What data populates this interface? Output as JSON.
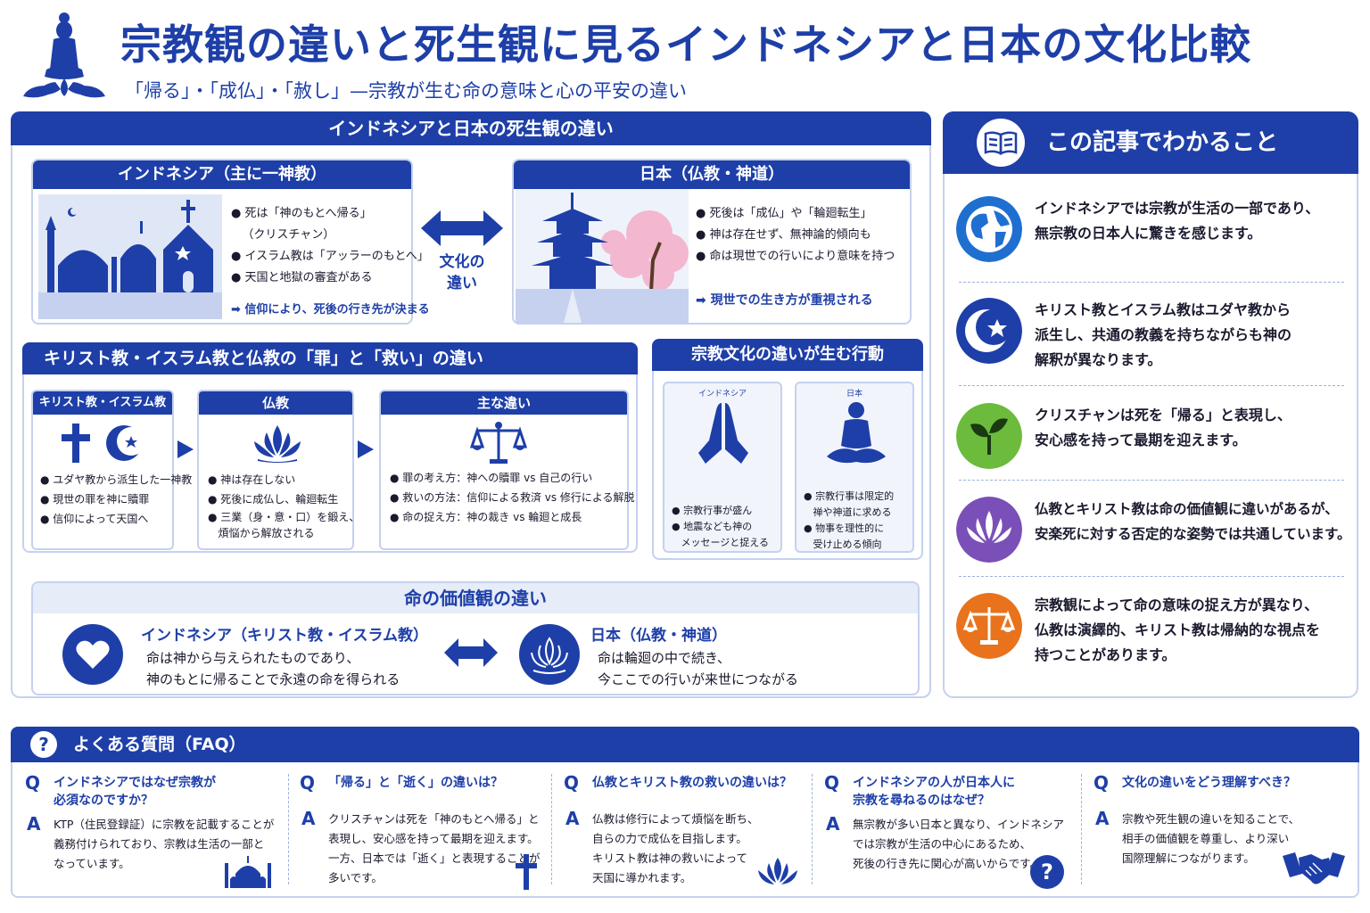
{
  "header": {
    "title": "宗教観の違いと死生観に見るインドネシアと日本の文化比較",
    "subtitle": "「帰る」・「成仏」・「赦し」—宗教が生む命の意味と心の平安の違い"
  },
  "section1": {
    "title": "インドネシアと日本の死生観の違い",
    "indonesia": {
      "title": "インドネシア（主に一神教）",
      "bullets": [
        "死は「神のもとへ帰る」",
        "（クリスチャン）",
        "イスラム教は「アッラーのもとへ」",
        "天国と地獄の審査がある"
      ],
      "note": "信仰により、死後の行き先が決まる"
    },
    "center_label": [
      "文化の",
      "違い"
    ],
    "japan": {
      "title": "日本（仏教・神道）",
      "bullets": [
        "死後は「成仏」や「輪廻転生」",
        "神は存在せず、無神論的傾向も",
        "命は現世での行いにより意味を持つ"
      ],
      "note": "現世での生き方が重視される"
    }
  },
  "section2": {
    "title": "キリスト教・イスラム教と仏教の「罪」と「救い」の違い",
    "cards": [
      {
        "title": "キリスト教・イスラム教",
        "bullets": [
          "ユダヤ教から派生した一神教",
          "現世の罪を神に贖罪",
          "信仰によって天国へ"
        ]
      },
      {
        "title": "仏教",
        "bullets": [
          "神は存在しない",
          "死後に成仏し、輪廻転生",
          "三業（身・意・口）を鍛え、",
          "煩悩から解放される"
        ]
      },
      {
        "title": "主な違い",
        "bullets": [
          "罪の考え方：神への贖罪 vs 自己の行い",
          "救いの方法：信仰による救済 vs 修行による解脱",
          "命の捉え方：神の裁き vs 輪廻と成長"
        ]
      }
    ]
  },
  "section_behavior": {
    "title": "宗教文化の違いが生む行動",
    "indonesia": {
      "label": "インドネシア",
      "bullets": [
        "宗教行事が盛ん",
        "地震なども神の",
        "メッセージと捉える"
      ]
    },
    "japan": {
      "label": "日本",
      "bullets": [
        "宗教行事は限定的",
        "禅や神道に求める",
        "物事を理性的に",
        "受け止める傾向"
      ]
    }
  },
  "section3": {
    "title": "命の価値観の違い",
    "indonesia": {
      "title": "インドネシア（キリスト教・イスラム教）",
      "lines": [
        "命は神から与えられたものであり、",
        "神のもとに帰ることで永遠の命を得られる"
      ]
    },
    "japan": {
      "title": "日本（仏教・神道）",
      "lines": [
        "命は輪廻の中で続き、",
        "今ここでの行いが来世につながる"
      ]
    }
  },
  "sidebar": {
    "title": "この記事でわかること",
    "items": [
      {
        "icon": "globe-icon",
        "color": "#1f6fd1",
        "lines": [
          "インドネシアでは宗教が生活の一部であり、",
          "無宗教の日本人に驚きを感じます。"
        ]
      },
      {
        "icon": "crescent-star-icon",
        "color": "#1e3fa8",
        "lines": [
          "キリスト教とイスラム教はユダヤ教から",
          "派生し、共通の教義を持ちながらも神の",
          "解釈が異なります。"
        ]
      },
      {
        "icon": "sprout-icon",
        "color": "#6cbb3c",
        "lines": [
          "クリスチャンは死を「帰る」と表現し、",
          "安心感を持って最期を迎えます。"
        ]
      },
      {
        "icon": "lotus-icon",
        "color": "#7b4fb8",
        "lines": [
          "仏教とキリスト教は命の価値観に違いがあるが、",
          "安楽死に対する否定的な姿勢では共通しています。"
        ]
      },
      {
        "icon": "scales-icon",
        "color": "#e8731c",
        "lines": [
          "宗教観によって命の意味の捉え方が異なり、",
          "仏教は演繹的、キリスト教は帰納的な視点を",
          "持つことがあります。"
        ]
      }
    ]
  },
  "faq": {
    "title": "よくある質問（FAQ）",
    "items": [
      {
        "q": [
          "インドネシアではなぜ宗教が",
          "必須なのですか？"
        ],
        "a": [
          "KTP（住民登録証）に宗教を記載することが",
          "義務付けられており、宗教は生活の一部と",
          "なっています。"
        ]
      },
      {
        "q": [
          "「帰る」と「逝く」の違いは？"
        ],
        "a": [
          "クリスチャンは死を「神のもとへ帰る」と",
          "表現し、安心感を持って最期を迎えます。",
          "一方、日本では「逝く」と表現することが",
          "多いです。"
        ]
      },
      {
        "q": [
          "仏教とキリスト教の救いの違いは？"
        ],
        "a": [
          "仏教は修行によって煩悩を断ち、",
          "自らの力で成仏を目指します。",
          "キリスト教は神の救いによって",
          "天国に導かれます。"
        ]
      },
      {
        "q": [
          "インドネシアの人が日本人に",
          "宗教を尋ねるのはなぜ？"
        ],
        "a": [
          "無宗教が多い日本と異なり、インドネシア",
          "では宗教が生活の中心にあるため、",
          "死後の行き先に関心が高いからです。"
        ]
      },
      {
        "q": [
          "文化の違いをどう理解すべき？"
        ],
        "a": [
          "宗教や死生観の違いを知ることで、",
          "相手の価値観を尊重し、より深い",
          "国際理解につながります。"
        ]
      }
    ],
    "q_mark": "Q",
    "a_mark": "A"
  }
}
